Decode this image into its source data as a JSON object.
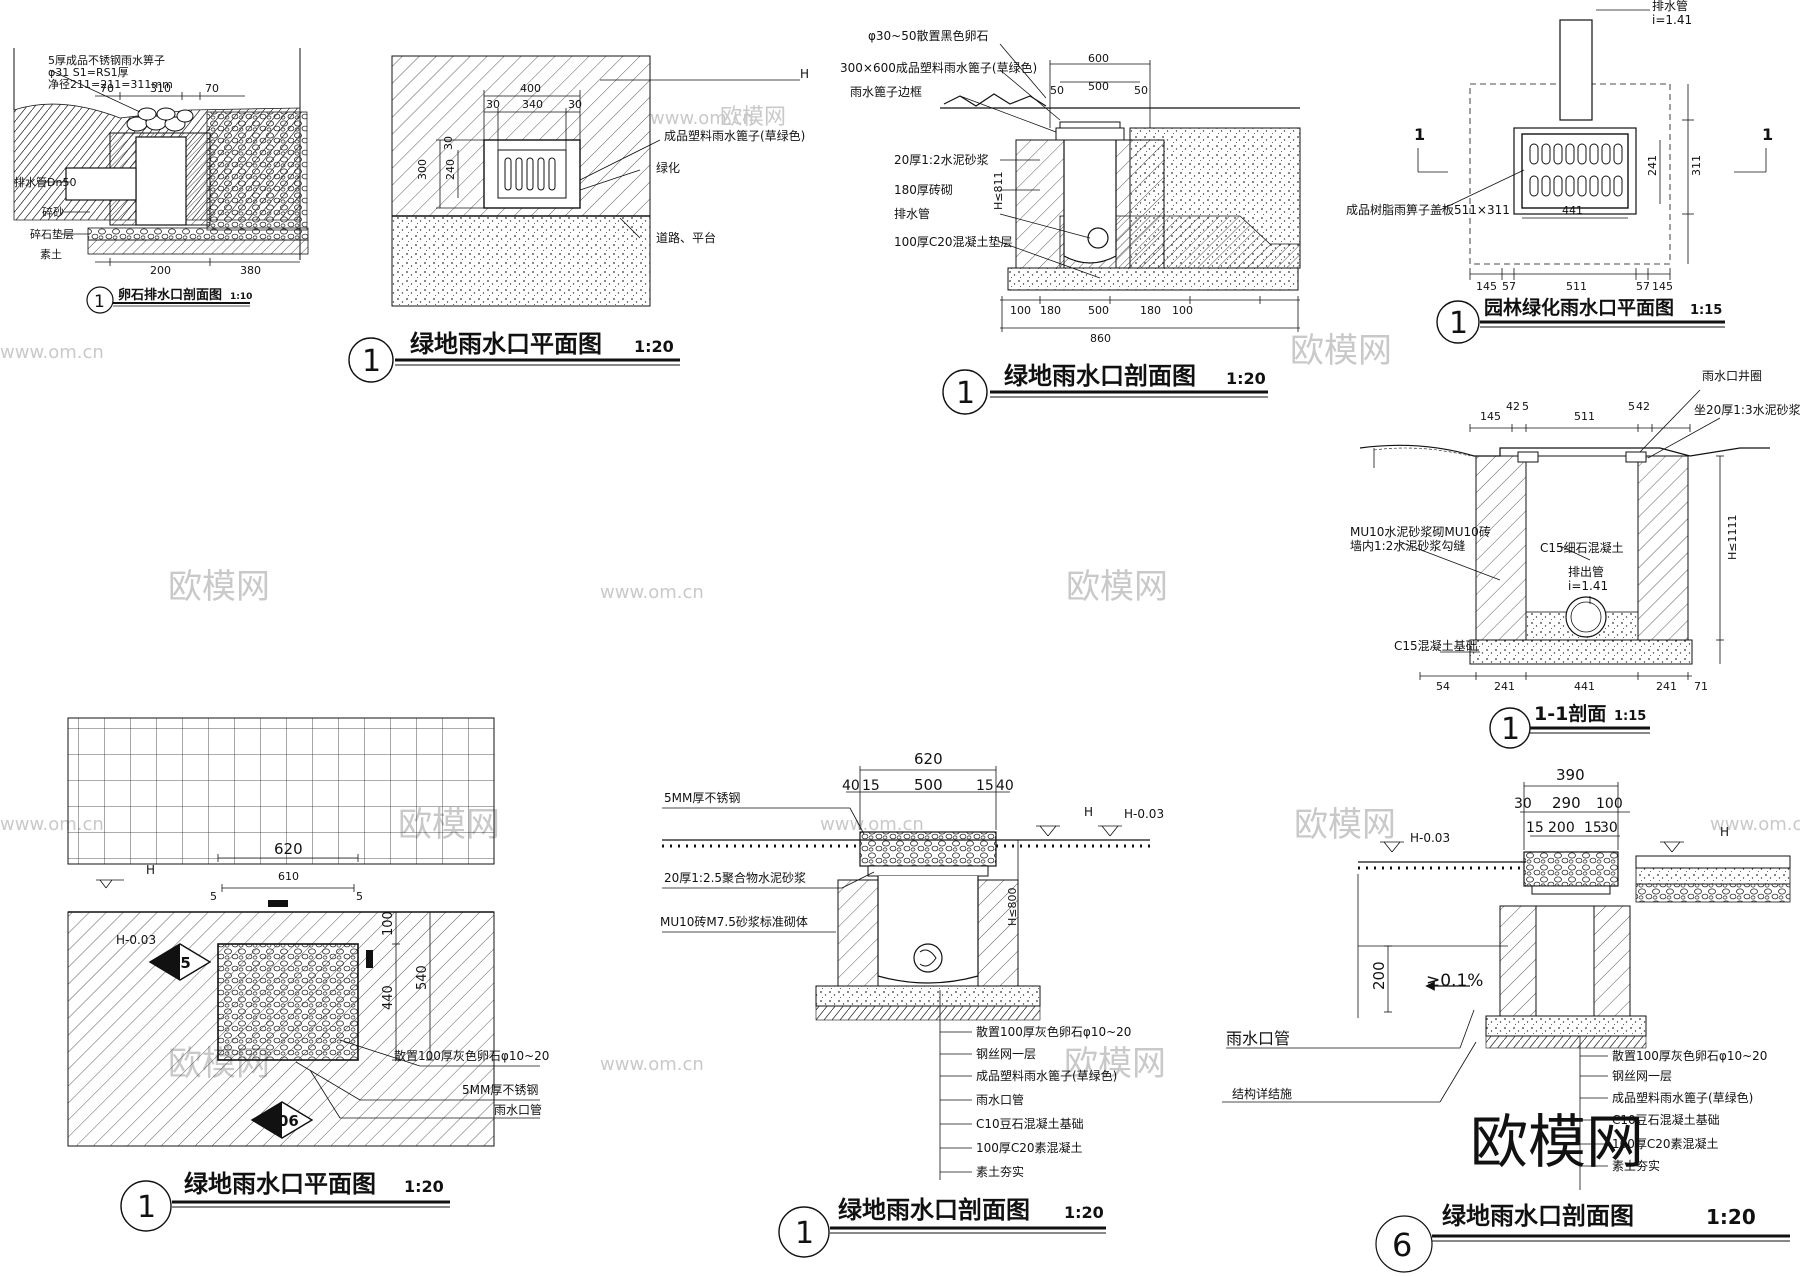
{
  "watermarks": {
    "brand": "欧模网",
    "url": "www.om.cn"
  },
  "p1": {
    "title": "卵石排水口剖面图",
    "scale": "1:10",
    "num": "1",
    "labels": [
      "5厚成品不锈钢雨水箅子",
      "φ31  S1=RS1厚",
      "净径211=211=311mm",
      "排水管Dn50",
      "碎砂",
      "碎石垫层",
      "素土"
    ],
    "dims": [
      "70",
      "310",
      "70",
      "200",
      "380"
    ]
  },
  "p2": {
    "title": "绿地雨水口平面图",
    "scale": "1:20",
    "num": "1",
    "labels": [
      "H",
      "成品塑料雨水篦子(草绿色)",
      "绿化",
      "道路、平台"
    ],
    "dims": [
      "400",
      "30",
      "340",
      "30",
      "300",
      "240",
      "30"
    ]
  },
  "p3": {
    "title": "绿地雨水口剖面图",
    "scale": "1:20",
    "num": "1",
    "labels": [
      "φ30~50散置黑色卵石",
      "300×600成品塑料雨水篦子(草绿色)",
      "雨水篦子边框",
      "20厚1:2水泥砂浆",
      "180厚砖砌",
      "排水管",
      "100厚C20混凝土垫层"
    ],
    "dims": [
      "600",
      "500",
      "50",
      "50",
      "100",
      "180",
      "500",
      "180",
      "100",
      "860",
      "H≤811"
    ]
  },
  "p4": {
    "title": "园林绿化雨水口平面图",
    "scale": "1:15",
    "num": "1",
    "labels": [
      "排水管",
      "i=1.41",
      "成品树脂雨箅子盖板511×311",
      "1",
      "1"
    ],
    "dims": [
      "145",
      "57",
      "511",
      "57",
      "145",
      "441",
      "241",
      "311"
    ]
  },
  "p5": {
    "title": "1-1剖面",
    "scale": "1:15",
    "num": "1",
    "labels": [
      "雨水口井圈",
      "坐20厚1:3水泥砂浆",
      "MU10水泥砂浆砌MU10砖",
      "墙内1:2水泥砂浆勾缝",
      "C15细石混凝土",
      "排出管",
      "i=1.41",
      "C15混凝土基础"
    ],
    "dims": [
      "145",
      "42",
      "5",
      "511",
      "5",
      "42",
      "54",
      "241",
      "441",
      "241",
      "71",
      "H≤1111"
    ]
  },
  "p6": {
    "title": "绿地雨水口平面图",
    "scale": "1:20",
    "num": "1",
    "labels": [
      "H",
      "H-0.03",
      "散置100厚灰色卵石φ10~20",
      "5MM厚不锈钢",
      "雨水口管",
      "05",
      "06"
    ],
    "dims": [
      "620",
      "610",
      "5",
      "5",
      "100",
      "440",
      "540"
    ]
  },
  "p7": {
    "title": "绿地雨水口剖面图",
    "scale": "1:20",
    "num": "1",
    "labels": [
      "5MM厚不锈钢",
      "20厚1:2.5聚合物水泥砂浆",
      "MU10砖M7.5砂浆标准砌体",
      "H",
      "H-0.03",
      "H≤800",
      "散置100厚灰色卵石φ10~20",
      "钢丝网一层",
      "成品塑料雨水篦子(草绿色)",
      "雨水口管",
      "C10豆石混凝土基础",
      "100厚C20素混凝土",
      "素土夯实"
    ],
    "dims": [
      "620",
      "40",
      "15",
      "500",
      "15",
      "40"
    ]
  },
  "p8": {
    "title": "绿地雨水口剖面图",
    "scale": "1:20",
    "num": "6",
    "labels": [
      "H",
      "H-0.03",
      "≥0.1%",
      "雨水口管",
      "结构详结施",
      "散置100厚灰色卵石φ10~20",
      "钢丝网一层",
      "成品塑料雨水篦子(草绿色)",
      "C10豆石混凝土基础",
      "100厚C20素混凝土",
      "素土夯实"
    ],
    "dims": [
      "390",
      "30",
      "290",
      "100",
      "15",
      "200",
      "15",
      "30",
      "200"
    ]
  }
}
